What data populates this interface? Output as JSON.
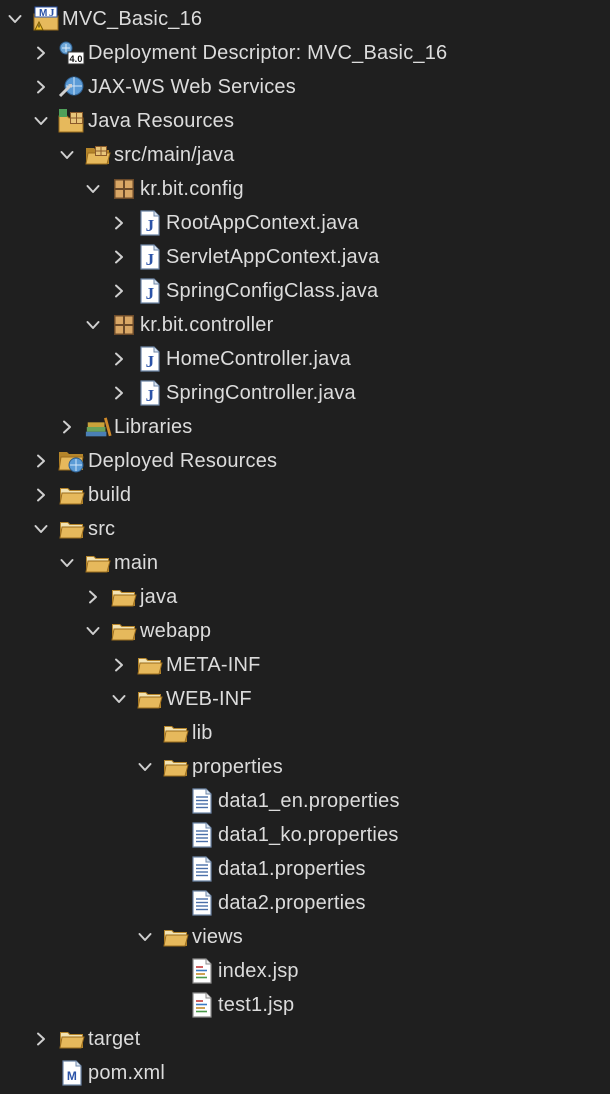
{
  "tree": [
    {
      "name": "project-root",
      "label": "MVC_Basic_16",
      "depth": 0,
      "toggle": "expanded",
      "icon": "maven-project-icon"
    },
    {
      "name": "deployment-descriptor",
      "label": "Deployment Descriptor: MVC_Basic_16",
      "depth": 1,
      "toggle": "collapsed",
      "icon": "deployment-descriptor-icon"
    },
    {
      "name": "jax-ws-web-services",
      "label": "JAX-WS Web Services",
      "depth": 1,
      "toggle": "collapsed",
      "icon": "web-services-icon"
    },
    {
      "name": "java-resources",
      "label": "Java Resources",
      "depth": 1,
      "toggle": "expanded",
      "icon": "java-resources-icon"
    },
    {
      "name": "src-main-java",
      "label": "src/main/java",
      "depth": 2,
      "toggle": "expanded",
      "icon": "source-folder-icon"
    },
    {
      "name": "package-kr-bit-config",
      "label": "kr.bit.config",
      "depth": 3,
      "toggle": "expanded",
      "icon": "package-icon"
    },
    {
      "name": "file-rootappcontext",
      "label": "RootAppContext.java",
      "depth": 4,
      "toggle": "collapsed",
      "icon": "java-file-icon"
    },
    {
      "name": "file-servletappcontext",
      "label": "ServletAppContext.java",
      "depth": 4,
      "toggle": "collapsed",
      "icon": "java-file-icon"
    },
    {
      "name": "file-springconfigclass",
      "label": "SpringConfigClass.java",
      "depth": 4,
      "toggle": "collapsed",
      "icon": "java-file-icon"
    },
    {
      "name": "package-kr-bit-controller",
      "label": "kr.bit.controller",
      "depth": 3,
      "toggle": "expanded",
      "icon": "package-icon"
    },
    {
      "name": "file-homecontroller",
      "label": "HomeController.java",
      "depth": 4,
      "toggle": "collapsed",
      "icon": "java-file-icon"
    },
    {
      "name": "file-springcontroller",
      "label": "SpringController.java",
      "depth": 4,
      "toggle": "collapsed",
      "icon": "java-file-icon"
    },
    {
      "name": "libraries",
      "label": "Libraries",
      "depth": 2,
      "toggle": "collapsed",
      "icon": "libraries-icon"
    },
    {
      "name": "deployed-resources",
      "label": "Deployed Resources",
      "depth": 1,
      "toggle": "collapsed",
      "icon": "deployed-resources-icon"
    },
    {
      "name": "folder-build",
      "label": "build",
      "depth": 1,
      "toggle": "collapsed",
      "icon": "folder-icon"
    },
    {
      "name": "folder-src",
      "label": "src",
      "depth": 1,
      "toggle": "expanded",
      "icon": "folder-icon"
    },
    {
      "name": "folder-main",
      "label": "main",
      "depth": 2,
      "toggle": "expanded",
      "icon": "folder-icon"
    },
    {
      "name": "folder-java",
      "label": "java",
      "depth": 3,
      "toggle": "collapsed",
      "icon": "folder-icon"
    },
    {
      "name": "folder-webapp",
      "label": "webapp",
      "depth": 3,
      "toggle": "expanded",
      "icon": "folder-icon"
    },
    {
      "name": "folder-meta-inf",
      "label": "META-INF",
      "depth": 4,
      "toggle": "collapsed",
      "icon": "folder-icon"
    },
    {
      "name": "folder-web-inf",
      "label": "WEB-INF",
      "depth": 4,
      "toggle": "expanded",
      "icon": "folder-icon"
    },
    {
      "name": "folder-lib",
      "label": "lib",
      "depth": 5,
      "toggle": "none",
      "icon": "folder-icon"
    },
    {
      "name": "folder-properties",
      "label": "properties",
      "depth": 5,
      "toggle": "expanded",
      "icon": "folder-icon"
    },
    {
      "name": "file-data1-en-properties",
      "label": "data1_en.properties",
      "depth": 6,
      "toggle": "none",
      "icon": "properties-file-icon"
    },
    {
      "name": "file-data1-ko-properties",
      "label": "data1_ko.properties",
      "depth": 6,
      "toggle": "none",
      "icon": "properties-file-icon"
    },
    {
      "name": "file-data1-properties",
      "label": "data1.properties",
      "depth": 6,
      "toggle": "none",
      "icon": "properties-file-icon"
    },
    {
      "name": "file-data2-properties",
      "label": "data2.properties",
      "depth": 6,
      "toggle": "none",
      "icon": "properties-file-icon"
    },
    {
      "name": "folder-views",
      "label": "views",
      "depth": 5,
      "toggle": "expanded",
      "icon": "folder-icon"
    },
    {
      "name": "file-index-jsp",
      "label": "index.jsp",
      "depth": 6,
      "toggle": "none",
      "icon": "jsp-file-icon"
    },
    {
      "name": "file-test1-jsp",
      "label": "test1.jsp",
      "depth": 6,
      "toggle": "none",
      "icon": "jsp-file-icon"
    },
    {
      "name": "folder-target",
      "label": "target",
      "depth": 1,
      "toggle": "collapsed",
      "icon": "folder-icon"
    },
    {
      "name": "file-pom-xml",
      "label": "pom.xml",
      "depth": 1,
      "toggle": "none",
      "icon": "maven-pom-icon"
    }
  ]
}
